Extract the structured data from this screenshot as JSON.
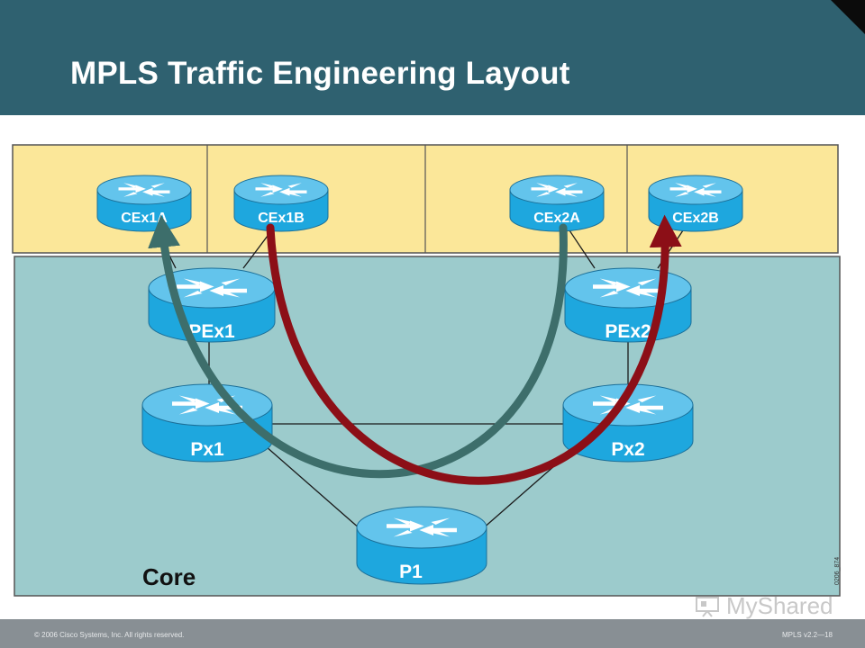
{
  "title": "MPLS Traffic Engineering Layout",
  "footer": {
    "copyright": "© 2006 Cisco Systems, Inc. All rights reserved.",
    "course": "MPLS v2.2—18"
  },
  "watermark": "MyShared",
  "figure_id": "0206_874",
  "core_label": "Core",
  "routers": {
    "cex1a": "CEx1A",
    "cex1b": "CEx1B",
    "cex2a": "CEx2A",
    "cex2b": "CEx2B",
    "pex1": "PEx1",
    "pex2": "PEx2",
    "px1": "Px1",
    "px2": "Px2",
    "p1": "P1"
  },
  "colors": {
    "header": "#2f6170",
    "customer_region": "#fbe799",
    "core_region": "#9ccbcc",
    "router_body": "#1ea7de",
    "router_top": "#63c4ec",
    "path_teal": "#3d6e6b",
    "path_red": "#8c0f17",
    "footer": "#888f94"
  }
}
